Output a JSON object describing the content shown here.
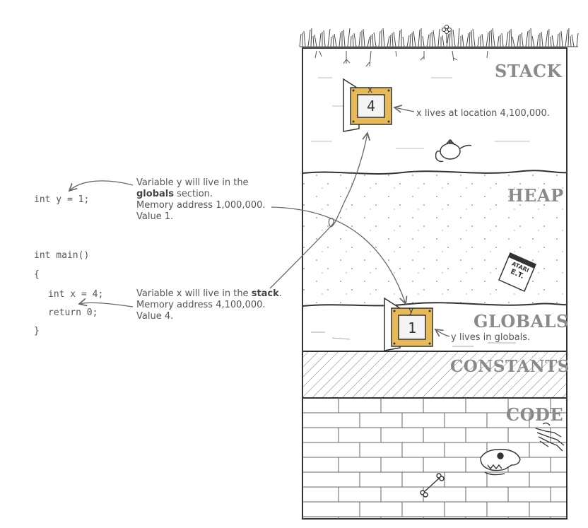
{
  "code": {
    "line1": "int y = 1;",
    "line2": "int main()",
    "line3": "{",
    "line4": "int x = 4;",
    "line5": "return 0;",
    "line6": "}"
  },
  "annotations": {
    "y_note_1": "Variable y will live in the",
    "y_note_2_bold": "globals",
    "y_note_2_rest": " section.",
    "y_note_3": "Memory address 1,000,000.",
    "y_note_4": "Value 1.",
    "x_note_1_pre": "Variable x will live in the ",
    "x_note_1_bold": "stack",
    "x_note_1_post": ".",
    "x_note_2": "Memory address 4,100,000.",
    "x_note_3": "Value 4.",
    "x_location": "x lives at location 4,100,000.",
    "y_location": "y lives in globals."
  },
  "sections": {
    "stack": "STACK",
    "heap": "HEAP",
    "globals": "GLOBALS",
    "constants": "CONSTANTS",
    "code": "CODE"
  },
  "variables": {
    "x_name": "x",
    "x_value": "4",
    "y_name": "y",
    "y_value": "1"
  },
  "book": {
    "line1": "ATARI",
    "line2": "E.T."
  },
  "colors": {
    "box_frame": "#e8b957",
    "label_gray": "#8a8a8a",
    "line": "#333333"
  }
}
